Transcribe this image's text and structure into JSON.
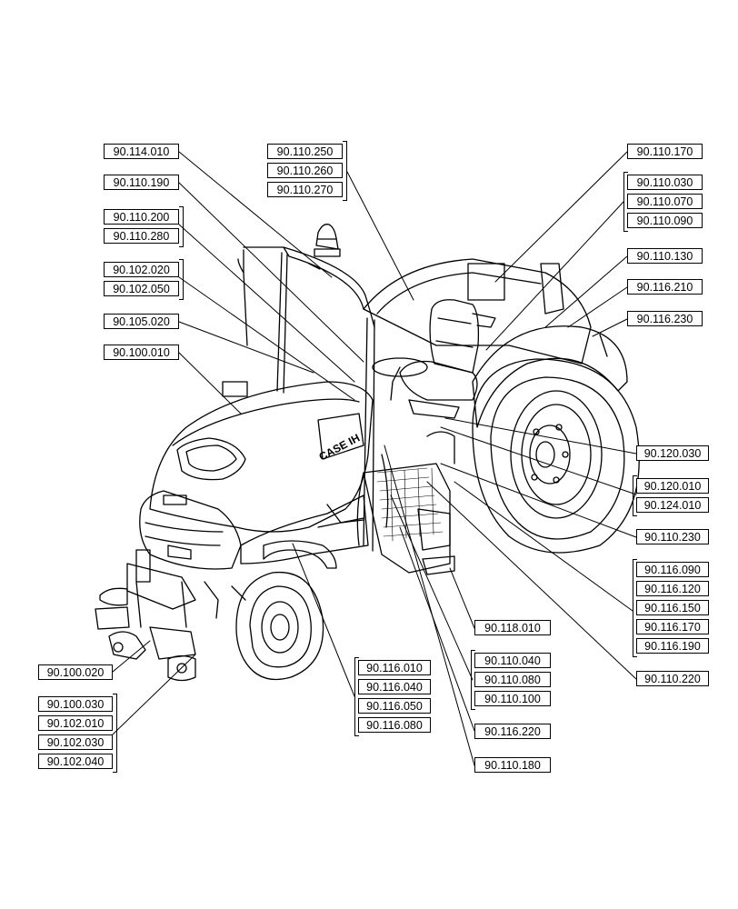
{
  "callouts": {
    "c_90_114_010": "90.114.010",
    "c_90_110_190": "90.110.190",
    "c_90_110_200": "90.110.200",
    "c_90_110_280": "90.110.280",
    "c_90_102_020": "90.102.020",
    "c_90_102_050": "90.102.050",
    "c_90_105_020": "90.105.020",
    "c_90_100_010": "90.100.010",
    "c_90_110_250": "90.110.250",
    "c_90_110_260": "90.110.260",
    "c_90_110_270": "90.110.270",
    "c_90_110_170": "90.110.170",
    "c_90_110_030": "90.110.030",
    "c_90_110_070": "90.110.070",
    "c_90_110_090": "90.110.090",
    "c_90_110_130": "90.110.130",
    "c_90_116_210": "90.116.210",
    "c_90_116_230": "90.116.230",
    "c_90_120_030": "90.120.030",
    "c_90_120_010": "90.120.010",
    "c_90_124_010": "90.124.010",
    "c_90_110_230": "90.110.230",
    "c_90_116_090": "90.116.090",
    "c_90_116_120": "90.116.120",
    "c_90_116_150": "90.116.150",
    "c_90_116_170": "90.116.170",
    "c_90_116_190": "90.116.190",
    "c_90_118_010": "90.118.010",
    "c_90_110_040": "90.110.040",
    "c_90_110_080": "90.110.080",
    "c_90_110_100": "90.110.100",
    "c_90_116_220": "90.116.220",
    "c_90_110_180": "90.110.180",
    "c_90_110_220": "90.110.220",
    "c_90_116_010": "90.116.010",
    "c_90_116_040": "90.116.040",
    "c_90_116_050": "90.116.050",
    "c_90_116_080": "90.116.080",
    "c_90_100_020": "90.100.020",
    "c_90_100_030": "90.100.030",
    "c_90_102_010": "90.102.010",
    "c_90_102_030": "90.102.030",
    "c_90_102_040": "90.102.040"
  },
  "brand_mark": "CASE IH"
}
